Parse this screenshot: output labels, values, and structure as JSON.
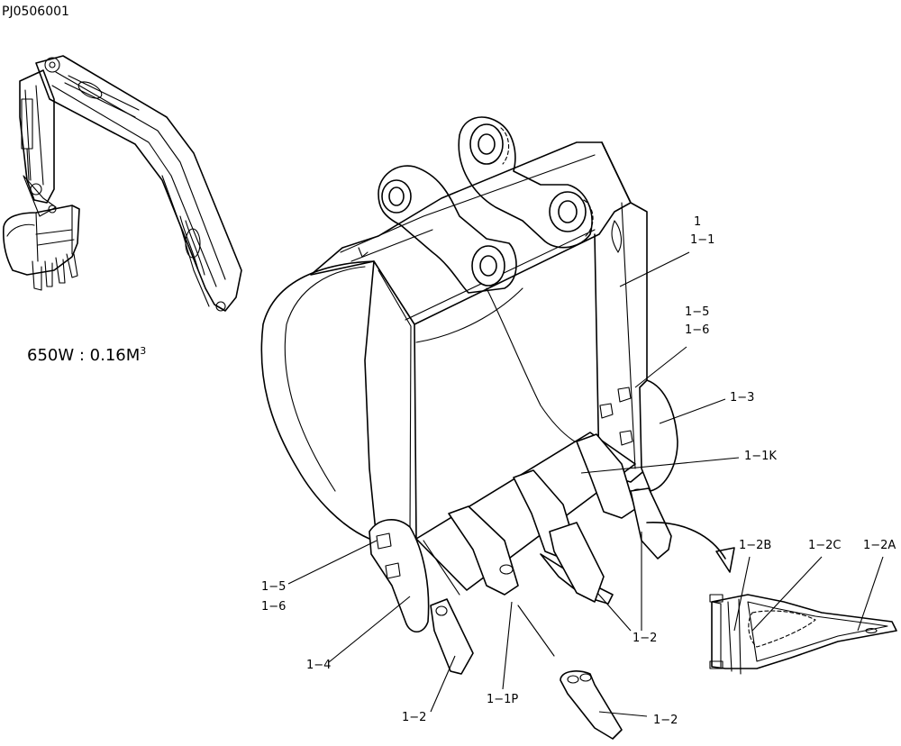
{
  "drawing_code": "PJ0506001",
  "capacity": {
    "text": "650W : 0.16M",
    "superscript": "3"
  },
  "labels": {
    "l1": "1",
    "l1_1": "1−1",
    "l1_5_a": "1−5",
    "l1_6_a": "1−6",
    "l1_3": "1−3",
    "l1_1k": "1−1K",
    "l1_2b": "1−2B",
    "l1_2c": "1−2C",
    "l1_2a": "1−2A",
    "l1_5_b": "1−5",
    "l1_6_b": "1−6",
    "l1_4": "1−4",
    "l1_2_a": "1−2",
    "l1_2_b": "1−2",
    "l1_1p": "1−1P",
    "l1_2_c": "1−2"
  }
}
